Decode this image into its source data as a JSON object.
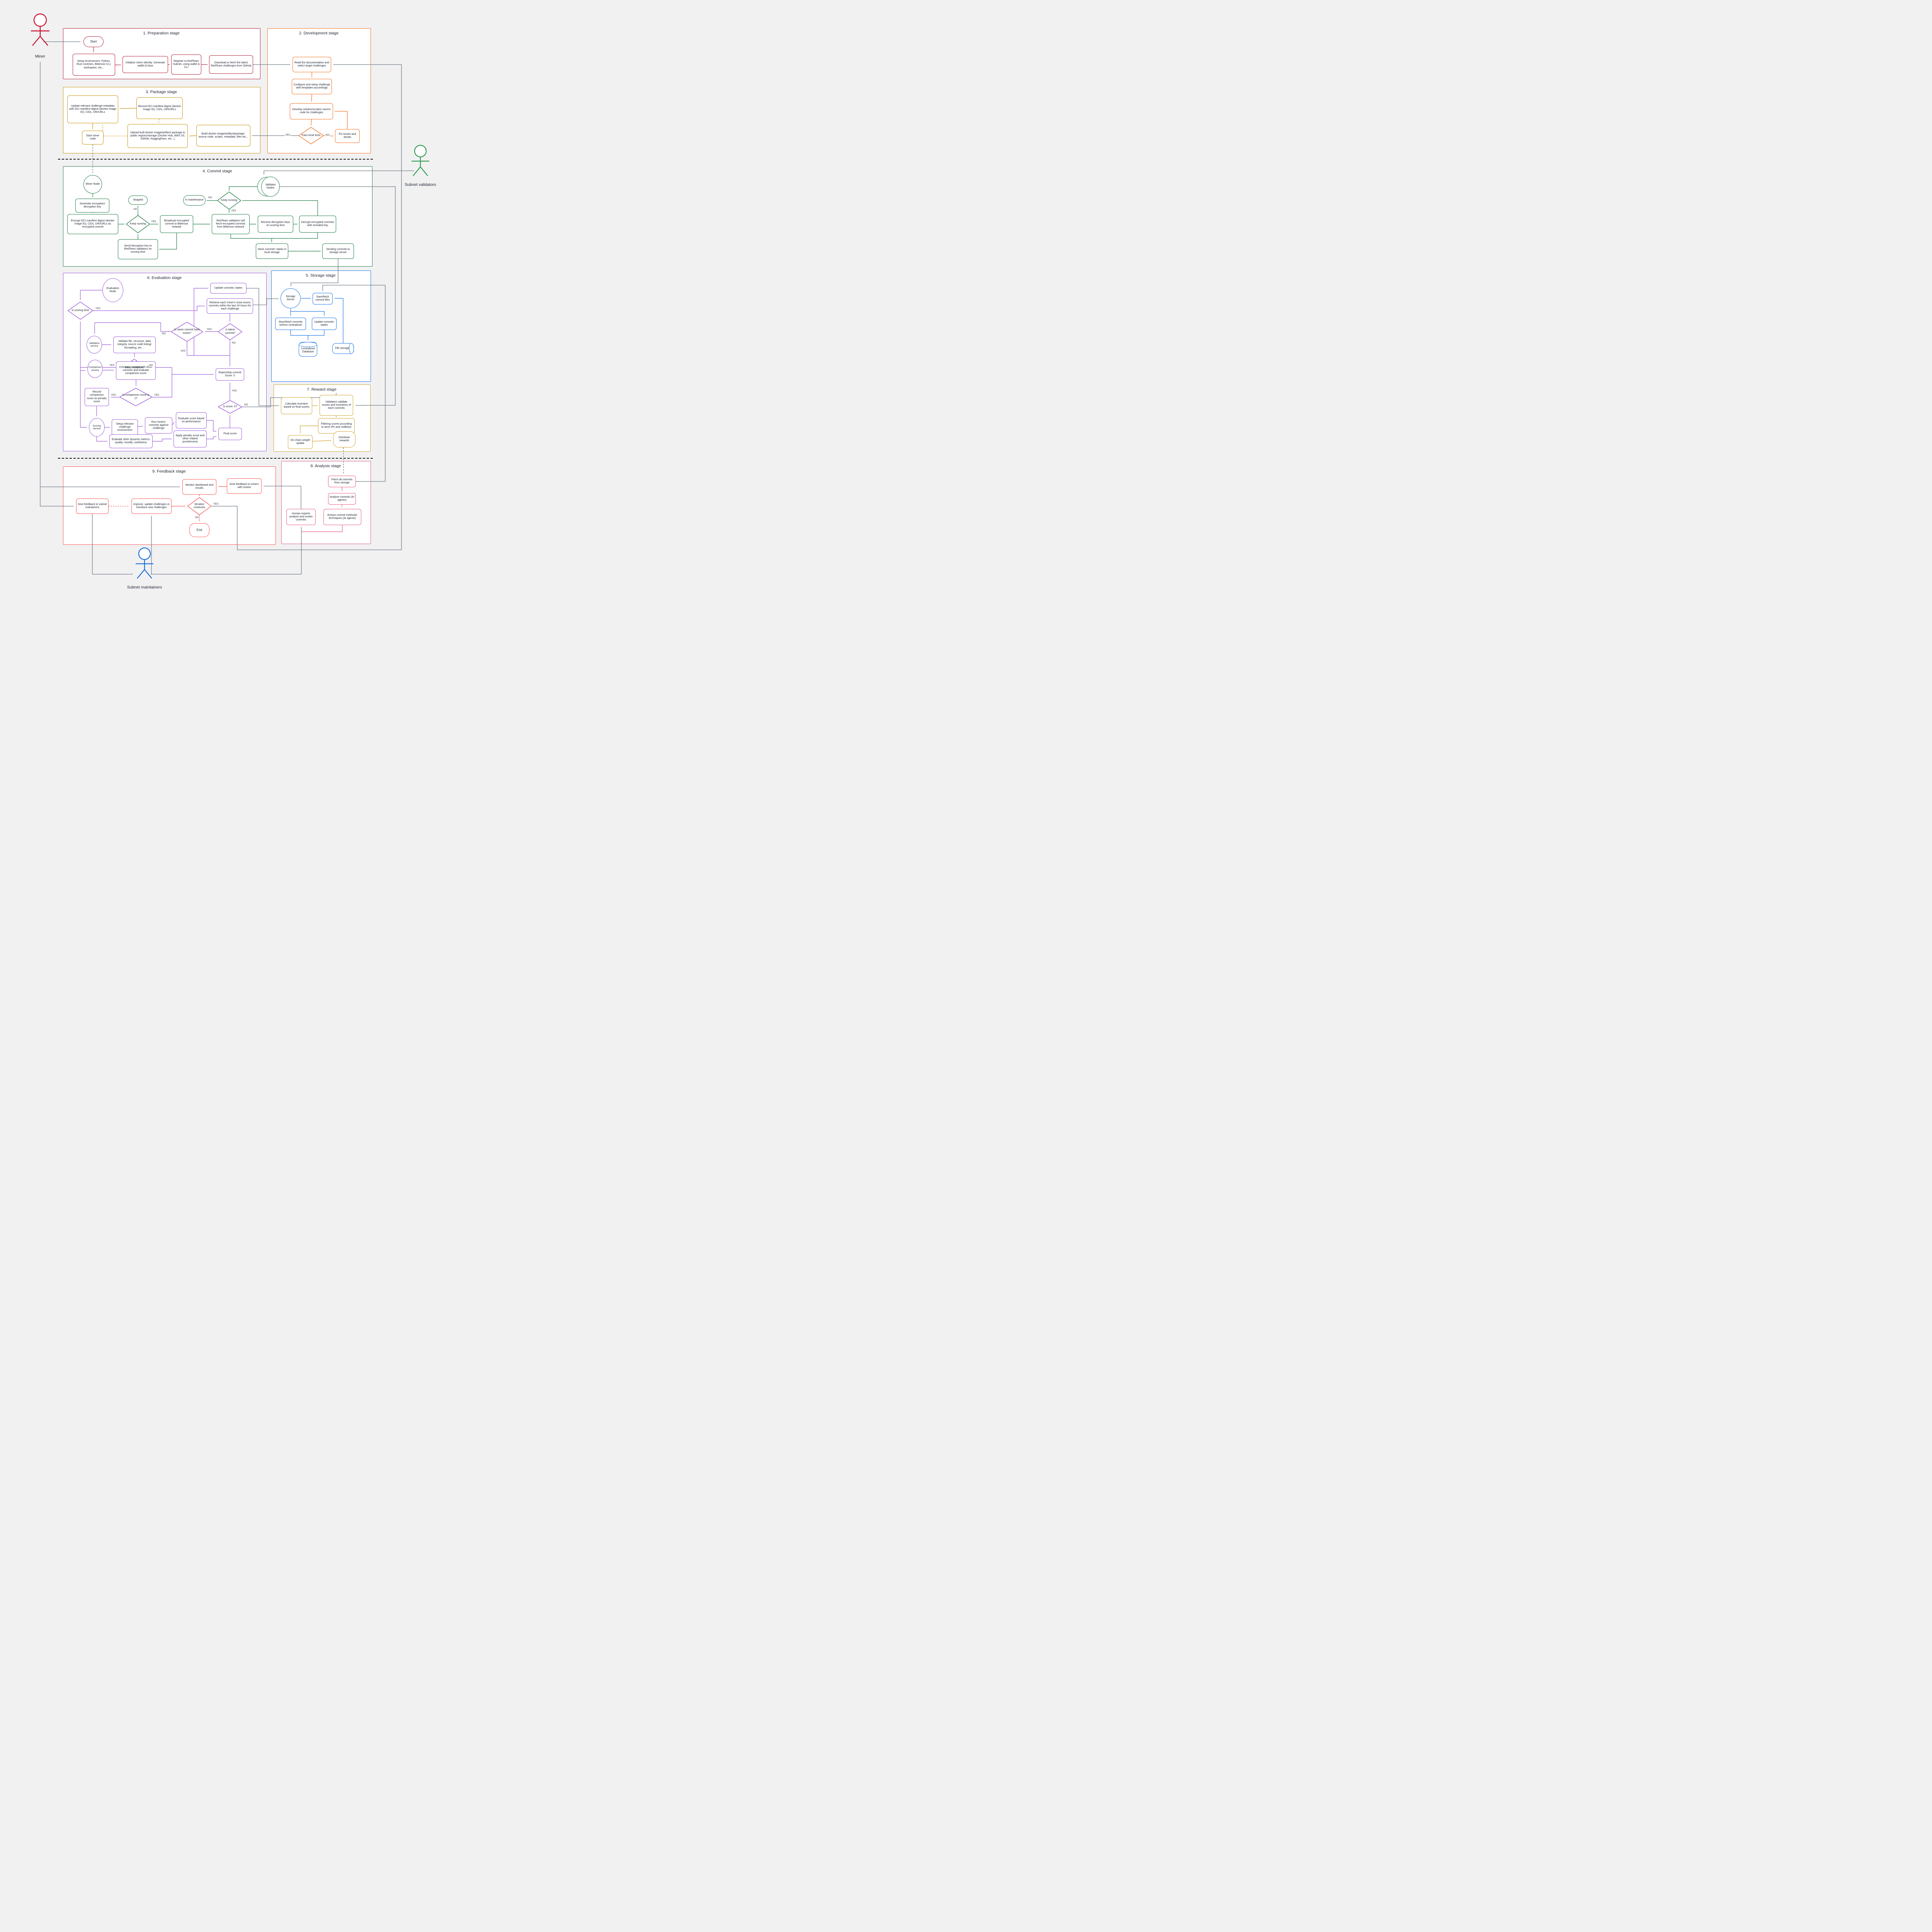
{
  "labels": {
    "yes": "YES",
    "no": "NO"
  },
  "actors": {
    "miner": "Miner",
    "validators": "Subnet validators",
    "maintainers": "Subnet maintainers"
  },
  "stages": {
    "prep": {
      "title": "1. Preparation stage"
    },
    "dev": {
      "title": "2. Development stage"
    },
    "pkg": {
      "title": "3. Package stage"
    },
    "commit": {
      "title": "4. Commit stage"
    },
    "storage": {
      "title": "5. Storage stage"
    },
    "eval": {
      "title": "6. Evaluation stage"
    },
    "reward": {
      "title": "7. Reward stage"
    },
    "analysis": {
      "title": "8. Analysis stage"
    },
    "feedback": {
      "title": "9. Feedback stage"
    }
  },
  "n": {
    "prep": {
      "start": "Start",
      "setup": "Setup environment: Python, Rust runtimes, Bittensor CLI, workspace, etc...",
      "init": "Initialize miner identity: Generate wallet & keys",
      "register": "Register to RedTeam Subnet, using wallet & CLI",
      "download": "Download or fetch the latest RedTeam challenges from GitHub"
    },
    "dev": {
      "read": "Read the documentation and select target challenges",
      "configure": "Configure and setup challenge with templates accordingly",
      "develop": "Develop solution/scripts/ source code for challenges",
      "pass_local": "Pass local tests",
      "fix": "Fix issues and iterate"
    },
    "pkg": {
      "update_meta": "Update relevant challenge metadata with OCI manifest digest (docker image ID), CIDs, URI/URLs",
      "record": "Record OCI manifest digest (docker image ID), CIDs, URI/URLs",
      "start_miner": "Start miner node",
      "upload": "Upload built docker image/artifact/ package to public registry/storage (Docker Hub, AWS S3, GitHub, HuggingFace, etc...)",
      "build": "Build docker image/artifact/package: source code, scripts, metadata, files etc..."
    },
    "commit": {
      "miner_node": "Miner Node",
      "generate": "Generate encryption/ decryption key",
      "encrypt": "Encrypt OCI manifest digest (docker image ID), CIDs, URI/URLs as encrypted commit",
      "keep1": "Keep running",
      "stopped": "Stopped",
      "broadcast": "Broadcast encrypted commit to Bittensor network",
      "send_key": "Send decryption key to RedTeam validators on scoring time",
      "validator_nodes": "Validator Nodes",
      "keep2": "Keep running",
      "in_maint": "In maintenance",
      "fetch": "RedTeam validators will fetch encrypted commits from Bittensor network",
      "receive": "Receive decryption keys on scoring time",
      "decrypt": "Decrypt encrypted commits with revealed key",
      "store_local": "Store commits' states in local storage",
      "sending": "Sending commits to storage server"
    },
    "storage": {
      "server": "Storage Server",
      "save_fetch": "Save/fetch commit files",
      "store_fetch": "Store/fetch commits to/from centralized",
      "update_states": "Update commits' states",
      "centralized": "Centralized Database",
      "file_storage": "File storage"
    },
    "eval": {
      "node": "Evaluation Node",
      "is_scoring": "Is scoring time",
      "validation": "Validation service",
      "validate": "Validate file, structure, data integrity, source code linting/ formatting, etc ...",
      "pass_validation": "Pass validation",
      "comparison": "Comparison service",
      "compare": "Compare commit with other commits and evaluate comparison score",
      "record_comp": "Record comparison score as penalty score",
      "is_comparison": "Is comparison score is 1?",
      "scoring": "Scoring service",
      "setup_challenge": "Setup relevant challenge environment",
      "run_commits": "Run miners' commits against challenge",
      "evaluate_metrics": "Evaluate other dynamic metrics: quality, novelty, usefulness",
      "evaluate_score": "Evaluate score based on performance",
      "apply_penalty": "Apply penalty score and other related punishments",
      "final": "Final score",
      "is_score": "Is score: 0?",
      "reject": "Reject/skip commit Score: 0",
      "update_states": "Update commits' states",
      "retrieve": "Retrieve each miner's most recent commits within the last 24 hours for each challenge",
      "is_latest": "Is latest commit?",
      "is_same": "Is same commit hash exists?"
    },
    "reward": {
      "calculate": "Calculate incentive based on final scores",
      "validate_scores": "Validators validate scores and incentives of each commits",
      "filtering": "Filtering scores according to axon IPs and coldkeys",
      "onchain": "On-chain weight update",
      "distribute": "Distribute rewards"
    },
    "analysis": {
      "fetch_all": "Fetch all commits from storage",
      "analyze": "Analyze commits (AI agents)",
      "extract": "Extract commit methods/ techniques (AI agents)",
      "human": "Human experts analyze and review commits"
    },
    "feedback": {
      "monitor": "Monitor dashboard and results",
      "to_miners": "Give feedback to miners with review",
      "to_subnet": "Give feedback to subnet maintainers",
      "improve": "Improve, update challenges or introduce new challenges",
      "iteration": "Iteration continues",
      "end": "End"
    }
  },
  "colors": {
    "prep": "#b01e35",
    "dev": "#f36f21",
    "pkg": "#c99308",
    "commit": "#1e7a44",
    "storage": "#1a73e8",
    "eval": "#9b59d6",
    "reward": "#cfa22e",
    "analysis": "#e25b7f",
    "feedback": "#f85552",
    "miner": "#c8102e",
    "validators": "#2f9e52",
    "maintainers": "#1a6fd8",
    "wire": "#6f7a85",
    "background": "#f1f1f2"
  }
}
